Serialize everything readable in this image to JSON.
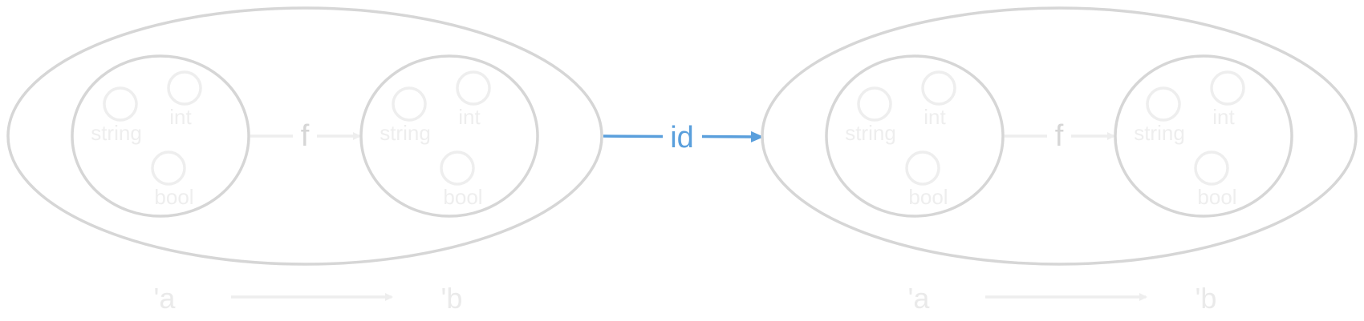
{
  "colors": {
    "outline": "#d6d6d6",
    "faint": "#eeeeee",
    "accent": "#5a9fdc",
    "background": "#ffffff"
  },
  "morphism_label": "id",
  "categories": [
    {
      "function_label": "f",
      "domain_label": "'a",
      "codomain_label": "'b",
      "domain_types": [
        "string",
        "int",
        "bool"
      ],
      "codomain_types": [
        "string",
        "int",
        "bool"
      ]
    },
    {
      "function_label": "f",
      "domain_label": "'a",
      "codomain_label": "'b",
      "domain_types": [
        "string",
        "int",
        "bool"
      ],
      "codomain_types": [
        "string",
        "int",
        "bool"
      ]
    }
  ]
}
